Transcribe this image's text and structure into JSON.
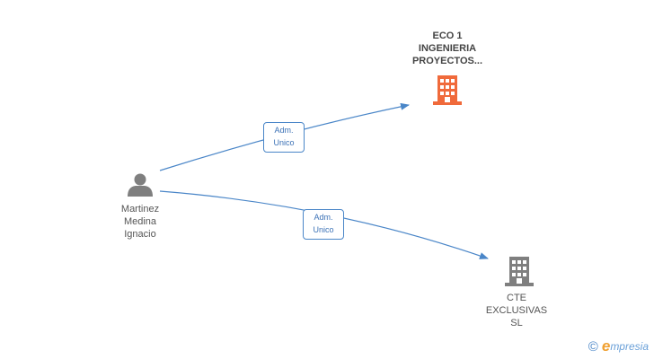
{
  "nodes": {
    "person": {
      "lines": [
        "Martinez",
        "Medina",
        "Ignacio"
      ],
      "icon": "person-icon",
      "color": "#7f7f7f"
    },
    "company_main": {
      "lines": [
        "ECO 1",
        "INGENIERIA",
        "PROYECTOS..."
      ],
      "icon": "building-icon",
      "color": "#f06a3b"
    },
    "company_second": {
      "lines": [
        "CTE",
        "EXCLUSIVAS",
        "SL"
      ],
      "icon": "building-icon",
      "color": "#7f7f7f"
    }
  },
  "edges": [
    {
      "from": "person",
      "to": "company_main",
      "label_lines": [
        "Adm.",
        "Unico"
      ]
    },
    {
      "from": "person",
      "to": "company_second",
      "label_lines": [
        "Adm.",
        "Unico"
      ]
    }
  ],
  "colors": {
    "edge": "#4a86c8"
  },
  "brand": {
    "copyright": "©",
    "initial": "e",
    "name": "mpresia"
  }
}
